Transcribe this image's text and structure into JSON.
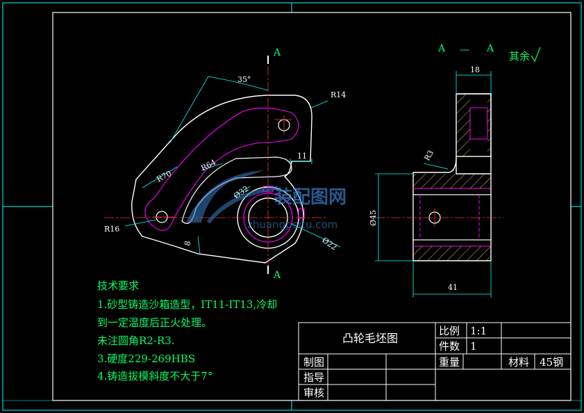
{
  "section_labels": {
    "cut_top": "A",
    "cut_bottom": "A",
    "section_view": "A — A",
    "section_a": "A",
    "section_dash": "—",
    "section_b": "A"
  },
  "surface_note": "其余",
  "dimensions": {
    "angle": "35°",
    "r14": "R14",
    "d11": "11",
    "r70": "R70",
    "r64": "R64",
    "r16": "R16",
    "d32": "Ø32",
    "d22": "Ø22",
    "d8": "8",
    "d18": "18",
    "r3": "R3",
    "d45": "Ø45",
    "d41": "41"
  },
  "watermark": {
    "text": "装配图网",
    "url": "zhuangpeitu.com"
  },
  "technical_requirements": {
    "title": "技术要求",
    "items": [
      "1.砂型铸造沙箱造型，IT11-IT13,冷却",
      "到一定温度后正火处理。",
      "未注圆角R2-R3.",
      "3.硬度229-269HBS",
      "4.铸造拔模斜度不大于7°"
    ]
  },
  "title_block": {
    "drawing_name": "凸轮毛坯图",
    "scale_label": "比例",
    "scale_value": "1:1",
    "quantity_label": "件数",
    "quantity_value": "1",
    "weight_label": "重量",
    "material_label": "材料",
    "material_value": "45钢",
    "drawn_by_label": "制图",
    "guided_by_label": "指导",
    "checked_by_label": "审核"
  },
  "colors": {
    "background": "#000000",
    "frame": "#ffffff",
    "outline": "#ffffff",
    "hidden_magenta": "#ff00ff",
    "centerline_red": "#ff3333",
    "dimension_cyan": "#00ffff",
    "text_green": "#00ff66",
    "hatch_yellow": "#ffff66"
  }
}
